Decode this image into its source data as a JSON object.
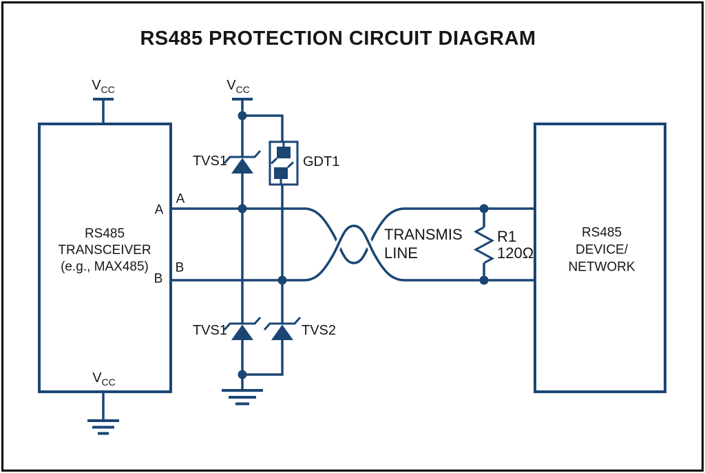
{
  "title": "RS485 PROTECTION CIRCUIT DIAGRAM",
  "colors": {
    "wire": "#1b4674",
    "label": "#161616",
    "frame": "#000000",
    "background": "#ffffff"
  },
  "supply_label": {
    "main": "V",
    "sub": "CC"
  },
  "left_box": {
    "lines": [
      "RS485",
      "TRANSCEIVER",
      "(e.g., MAX485)"
    ]
  },
  "right_box": {
    "lines": [
      "RS485",
      "DEVICE/",
      "NETWORK"
    ]
  },
  "pins": {
    "a_inside": "A",
    "a_outside": "A",
    "b_inside": "B",
    "b_outside": "B"
  },
  "components": {
    "tvs_top": "TVS1",
    "gdt": "GDT1",
    "tvs_bottom_left": "TVS1",
    "tvs_bottom_right": "TVS2",
    "resistor_ref": "R1",
    "resistor_value": "120Ω"
  },
  "transmission_line": {
    "line1": "TRANSMIS",
    "line2": "LINE"
  }
}
